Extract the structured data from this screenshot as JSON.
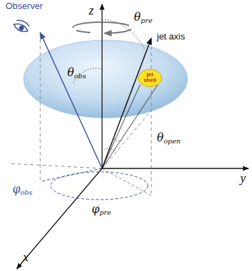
{
  "diagram": {
    "nodes": [
      {
        "text": [
          "jet shell"
        ]
      }
    ],
    "labels": [
      "Observer",
      "z",
      "θpre",
      "jet axis",
      "θobs",
      "θopen",
      "φobs",
      "φpre",
      "y",
      "x"
    ]
  }
}
